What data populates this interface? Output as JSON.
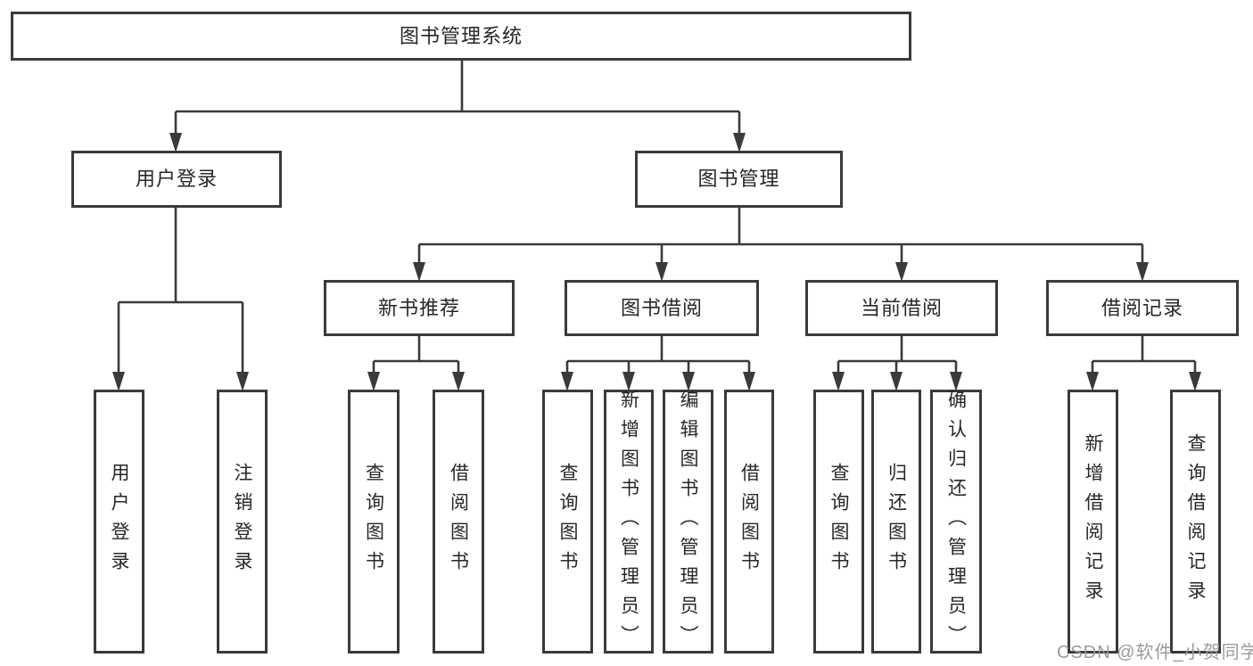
{
  "tree": {
    "root": "图书管理系统",
    "login": {
      "label": "用户登录",
      "children": [
        "用户登录",
        "注销登录"
      ]
    },
    "management": {
      "label": "图书管理",
      "sections": [
        {
          "label": "新书推荐",
          "children": [
            "查询图书",
            "借阅图书"
          ]
        },
        {
          "label": "图书借阅",
          "children": [
            "查询图书",
            "新增图书（管理员）",
            "编辑图书（管理员）",
            "借阅图书"
          ]
        },
        {
          "label": "当前借阅",
          "children": [
            "查询图书",
            "归还图书",
            "确认归还（管理员）"
          ]
        },
        {
          "label": "借阅记录",
          "children": [
            "新增借阅记录",
            "查询借阅记录"
          ]
        }
      ]
    }
  },
  "watermark": "CSDN @软件_小贺同学",
  "colors": {
    "line": "#3a3a3a",
    "text": "#272727",
    "watermark_text": "#9b9b9b",
    "background": "#ffffff"
  }
}
